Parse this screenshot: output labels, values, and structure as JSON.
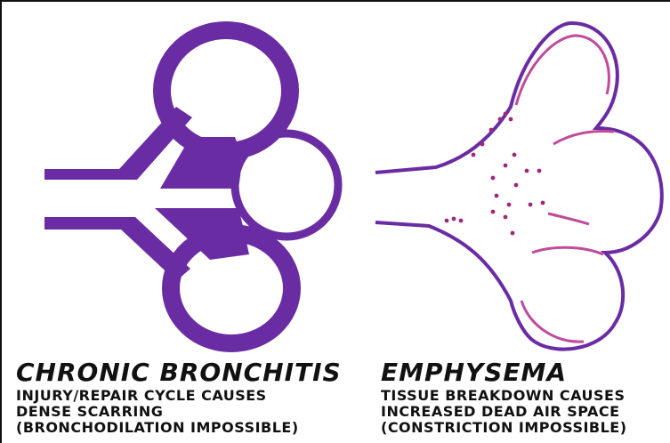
{
  "colors": {
    "wall": "#6a2ca3",
    "wall_light": "#8a3cc4",
    "edge_pink": "#c04a9c",
    "mucus_dot": "#a0287c",
    "ink": "#111111"
  },
  "panels": {
    "left": {
      "title": "CHRONIC BRONCHITIS",
      "lines": [
        "INJURY/REPAIR CYCLE CAUSES",
        "DENSE SCARRING",
        "(BRONCHODILATION IMPOSSIBLE)"
      ]
    },
    "right": {
      "title": "EMPHYSEMA",
      "lines": [
        "TISSUE BREAKDOWN CAUSES",
        "INCREASED DEAD AIR SPACE",
        "(CONSTRICTION IMPOSSIBLE)"
      ]
    }
  }
}
